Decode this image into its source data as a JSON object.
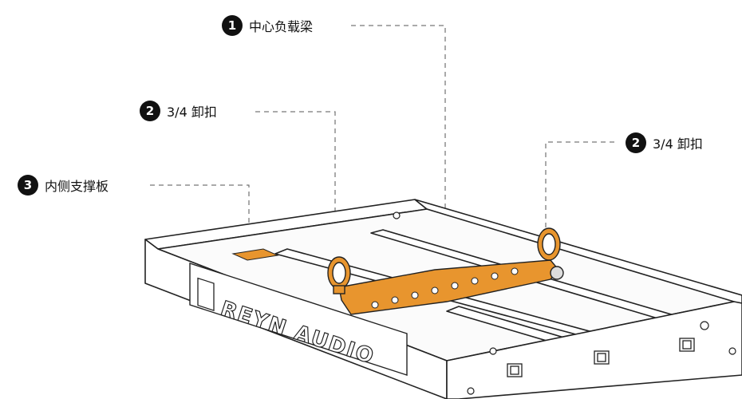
{
  "callouts": [
    {
      "number": "1",
      "label": "中心负载梁"
    },
    {
      "number": "2",
      "label": "3/4 卸扣"
    },
    {
      "number": "2",
      "label": "3/4 卸扣"
    },
    {
      "number": "3",
      "label": "内侧支撑板"
    }
  ],
  "brand": {
    "logo_text": "REYN AUDIO"
  },
  "colors": {
    "orange_part": "#E8952E",
    "outline": "#222222",
    "leader": "#555555"
  }
}
